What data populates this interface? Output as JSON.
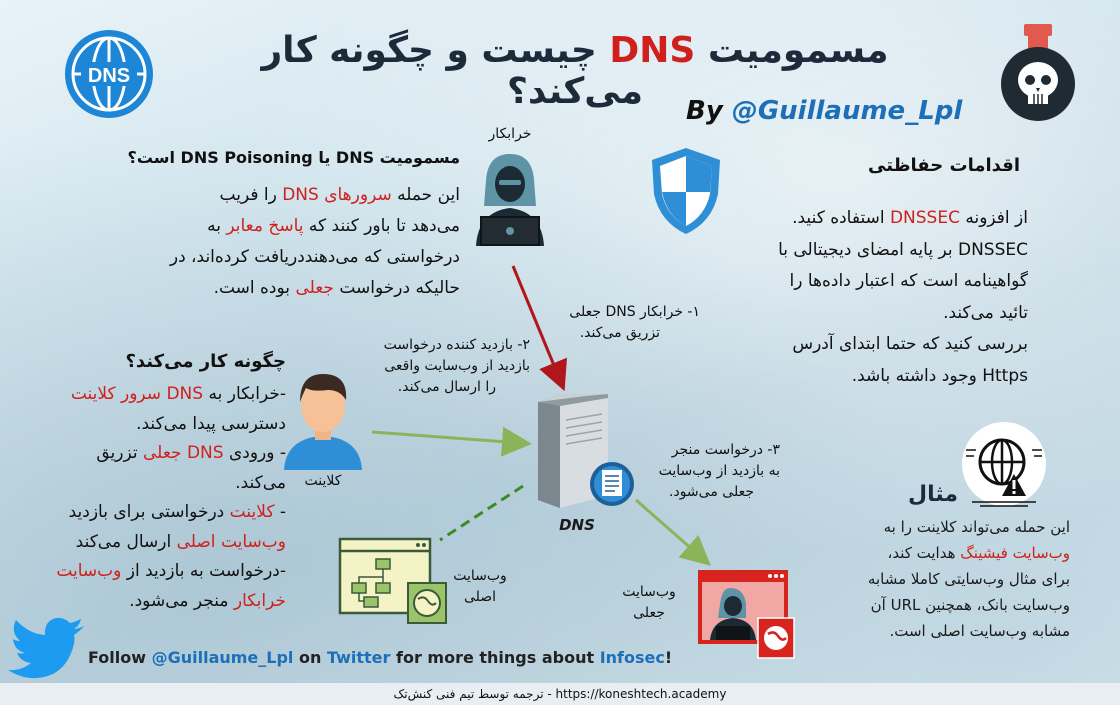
{
  "title": {
    "part1": "مسمومیت ",
    "dns": "DNS",
    "part2": " چیست و چگونه کار می‌کند؟"
  },
  "byline": {
    "by": "By ",
    "handle": "@Guillaume_Lpl"
  },
  "dns_logo_text": "DNS",
  "what": {
    "heading": "مسمومیت DNS یا DNS Poisoning است؟",
    "l1a": "این حمله ",
    "l1b": "سرورهای DNS",
    "l1c": " را فریب",
    "l2a": "می‌دهد تا باور کنند که ",
    "l2b": "پاسخ معابر",
    "l2c": " به",
    "l3": "درخواستی که می‌دهنددریافت کرده‌اند، در",
    "l4a": "حالیکه  درخواست ",
    "l4b": "جعلی",
    "l4c": " بوده است."
  },
  "how": {
    "heading": "چگونه کار می‌کند؟",
    "s1a": "-خرابکار به ",
    "s1b": "DNS سرور کلاینت",
    "s1c": "دسترسی پیدا می‌کند.",
    "s2a": "- ورودی ",
    "s2b": "DNS جعلی",
    "s2c": " تزریق",
    "s2d": "می‌کند.",
    "s3a": "- ",
    "s3b": "کلاینت",
    "s3c": " درخواستی برای بازدید",
    "s3d": "وب‌سایت اصلی",
    "s3e": " ارسال می‌کند",
    "s4a": "-درخواست به بازدید از ",
    "s4b": "وب‌سایت",
    "s4c": "خرابکار",
    "s4d": " منجر می‌شود."
  },
  "protect": {
    "heading": "اقدامات حفاظتی",
    "l1a": "از افزونه ",
    "l1b": "DNSSEC",
    "l1c": " استفاده کنید.",
    "l2": "DNSSEC بر پایه امضای دیجیتالی با",
    "l3": "گواهینامه است که اعتبار داده‌ها را",
    "l4": "تائید می‌کند.",
    "l5": "بررسی کنید که حتما ابتدای آدرس",
    "l6": "Https وجود داشته باشد."
  },
  "example": {
    "heading": "مثال",
    "l1": "این حمله می‌تواند کلاینت را به",
    "l2a": "وب‌سایت فیشینگ",
    "l2b": " هدایت کند،",
    "l3": "برای مثال وب‌سایتی کاملا مشابه",
    "l4": "وب‌سایت بانک، همچنین URL آن",
    "l5": "مشابه وب‌سایت اصلی است."
  },
  "diagram": {
    "attacker": "خرابکار",
    "client": "کلاینت",
    "dns": "DNS",
    "real_site_1": "وب‌سایت",
    "real_site_2": "اصلی",
    "fake_site_1": "وب‌سایت",
    "fake_site_2": "جعلی",
    "step1_1": "۱- خرابکار DNS جعلی",
    "step1_2": "تزریق می‌کند.",
    "step2_1": "۲- بازدید کننده درخواست",
    "step2_2": "بازدید از وب‌سایت واقعی",
    "step2_3": "را ارسال می‌کند.",
    "step3_1": "۳- درخواست منجر",
    "step3_2": "به بازدید از وب‌سایت",
    "step3_3": "جعلی می‌شود."
  },
  "follow": {
    "a": "Follow ",
    "b": "@Guillaume_Lpl",
    "c": " on ",
    "d": "Twitter",
    "e": " for more things about ",
    "f": "Infosec",
    "g": "!"
  },
  "footer": "https://koneshtech.academy - ترجمه توسط تیم فنی کنش‌تک",
  "colors": {
    "accent_red": "#d0201c",
    "handle_blue": "#1d6fb8",
    "arrow_red": "#b0161a",
    "arrow_green": "#8bb45a",
    "dash_green": "#3a8a2a"
  }
}
